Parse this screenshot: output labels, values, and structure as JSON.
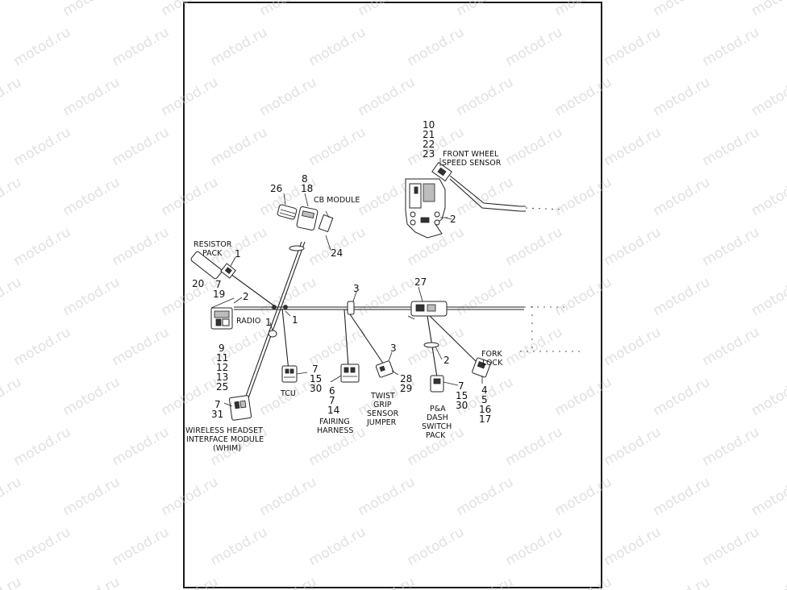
{
  "watermark": "motod.ru",
  "callouts": {
    "c_10": "10",
    "c_21": "21",
    "c_22": "22",
    "c_23": "23",
    "c_8": "8",
    "c_18": "18",
    "c_26": "26",
    "c_24": "24",
    "c_1a": "1",
    "c_1b": "1",
    "c_1c": "1",
    "c_7a": "7",
    "c_19": "19",
    "c_20": "20",
    "c_2a": "2",
    "c_2b": "2",
    "c_2c": "2",
    "c_3a": "3",
    "c_3b": "3",
    "c_27": "27",
    "c_9": "9",
    "c_11": "11",
    "c_12": "12",
    "c_13": "13",
    "c_25": "25",
    "c_7b": "7",
    "c_15a": "15",
    "c_30a": "30",
    "c_6": "6",
    "c_7c": "7",
    "c_14": "14",
    "c_28": "28",
    "c_29": "29",
    "c_7d": "7",
    "c_31": "31",
    "c_7e": "7",
    "c_15b": "15",
    "c_30b": "30",
    "c_4": "4",
    "c_5": "5",
    "c_16": "16",
    "c_17": "17"
  },
  "labels": {
    "front_wheel_1": "FRONT WHEEL",
    "front_wheel_2": "SPEED SENSOR",
    "cb_module": "CB MODULE",
    "resistor_1": "RESISTOR",
    "resistor_2": "PACK",
    "radio": "RADIO",
    "tcu": "TCU",
    "fork_1": "FORK",
    "fork_2": "LOCK",
    "whim_1": "WIRELESS HEADSET",
    "whim_2": "INTERFACE MODULE",
    "whim_3": "(WHIM)",
    "fairing_1": "FAIRING",
    "fairing_2": "HARNESS",
    "twist_1": "TWIST",
    "twist_2": "GRIP",
    "twist_3": "SENSOR",
    "twist_4": "JUMPER",
    "pa_1": "P&A",
    "pa_2": "DASH",
    "pa_3": "SWITCH",
    "pa_4": "PACK"
  }
}
